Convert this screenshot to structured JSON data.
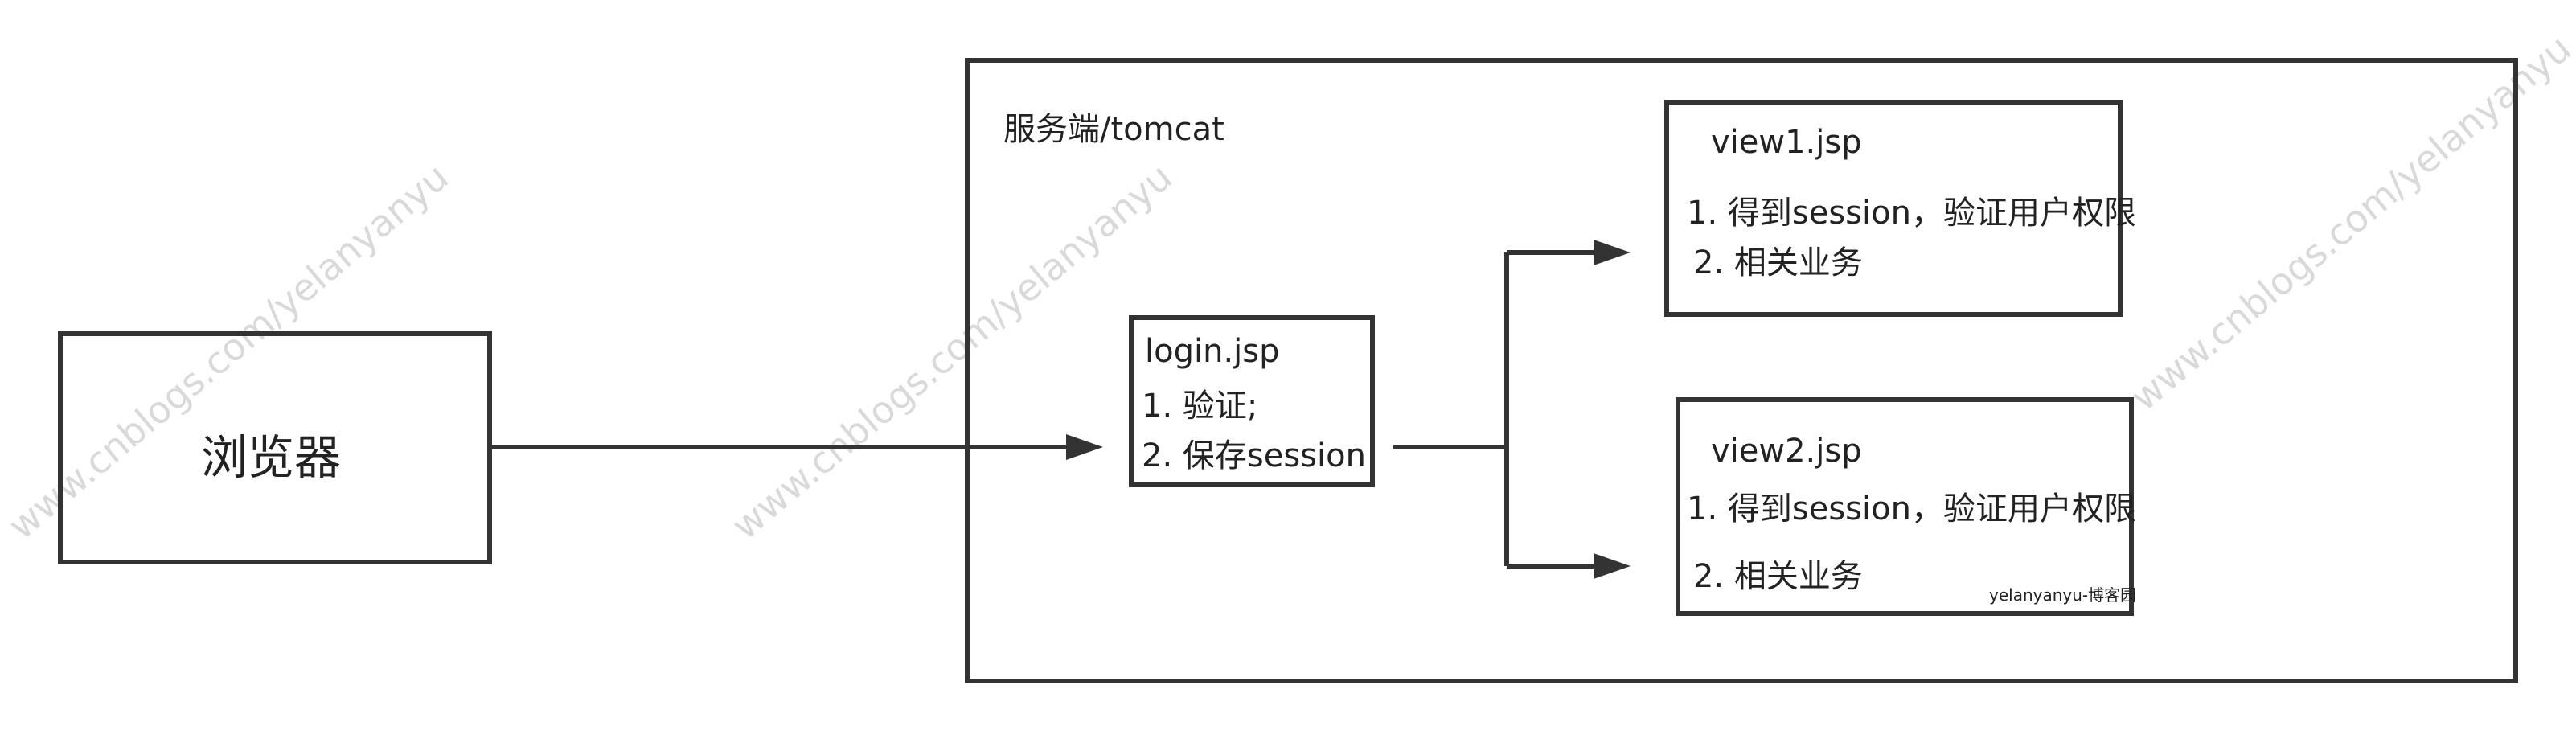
{
  "browser": {
    "label": "浏览器"
  },
  "server": {
    "label": "服务端/tomcat"
  },
  "login": {
    "title": "login.jsp",
    "line1": "1. 验证;",
    "line2": "2. 保存session"
  },
  "view1": {
    "title": "view1.jsp",
    "line1": "1. 得到session，验证用户权限",
    "line2": "2. 相关业务"
  },
  "view2": {
    "title": "view2.jsp",
    "line1": "1. 得到session，验证用户权限",
    "line2": "2. 相关业务"
  },
  "footer": {
    "blog_tag": "yelanyanyu-博客园"
  },
  "watermark": {
    "text": "www.cnblogs.com/yelanyanyu"
  },
  "colors": {
    "stroke": "#333333",
    "watermark": "#d9d9d9"
  }
}
